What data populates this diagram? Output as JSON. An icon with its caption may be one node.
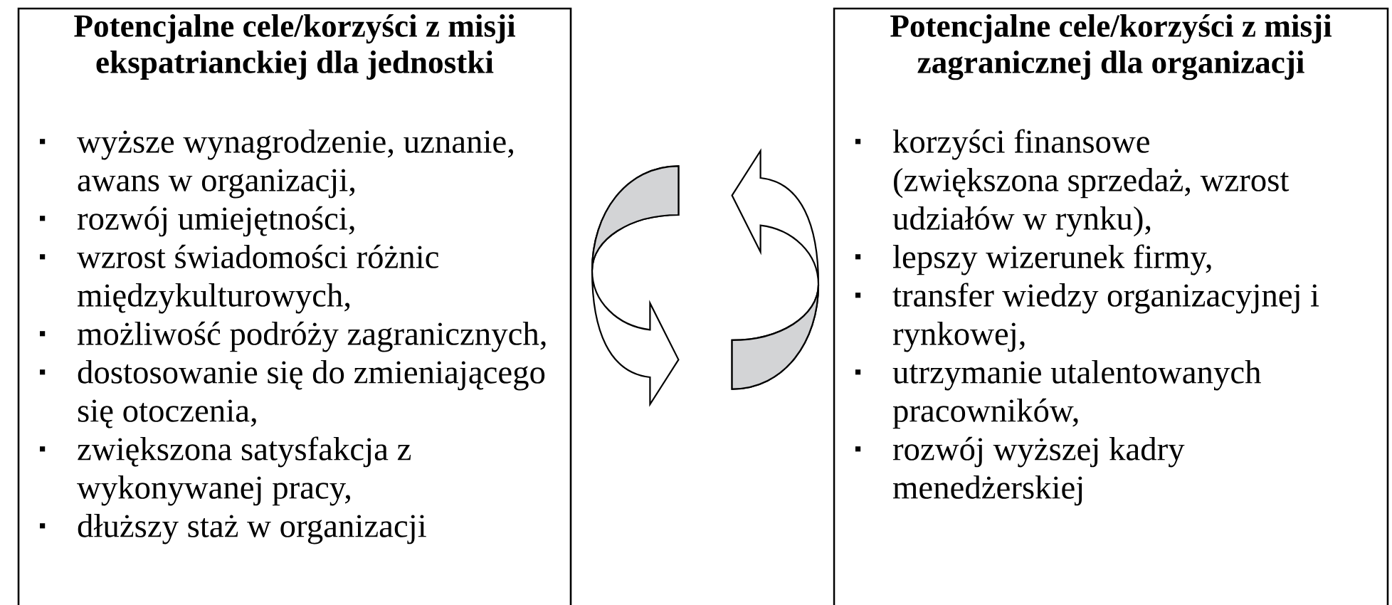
{
  "diagram": {
    "nodes": [
      {
        "text": [
          "Potencjalne cele/korzyści z misji ekspatrianckiej dla jednostki",
          "wyższe wynagrodzenie, uznanie, awans w organizacji,",
          "rozwój umiejętności,",
          "wzrost świadomości różnic międzykulturowych,",
          "możliwość podróży zagranicznych,",
          "dostosowanie się do zmieniającego się otoczenia,",
          "zwiększona satysfakcja z wykonywanej pracy,",
          "dłuższy staż w organizacji"
        ]
      },
      {
        "text": [
          "Potencjalne cele/korzyści z misji zagranicznej dla organizacji",
          "korzyści finansowe (zwiększona sprzedaż, wzrost udziałów w rynku),",
          "lepszy wizerunek firmy,",
          "transfer wiedzy organizacyjnej i rynkowej,",
          "utrzymanie utalentowanych pracowników,",
          "rozwój wyższej kadry menedżerskiej"
        ]
      }
    ],
    "edges": [
      {
        "from": 0,
        "to": 1,
        "arrow": "to"
      },
      {
        "from": 1,
        "to": 0,
        "arrow": "to"
      }
    ]
  }
}
